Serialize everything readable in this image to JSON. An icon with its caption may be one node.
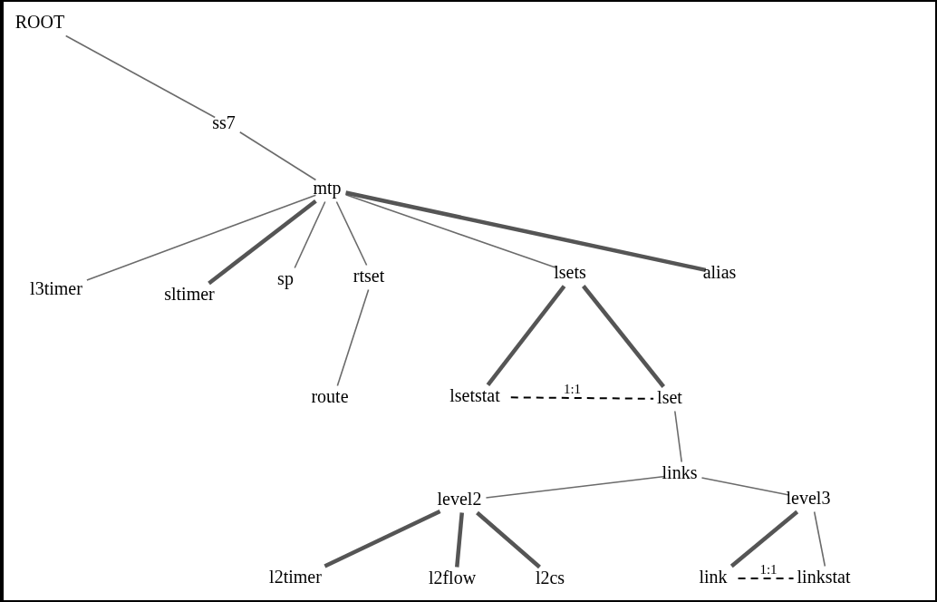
{
  "diagram": {
    "nodes": [
      {
        "text": [
          "ROOT"
        ]
      },
      {
        "text": [
          "ss7"
        ]
      },
      {
        "text": [
          "mtp"
        ]
      },
      {
        "text": [
          "l3timer"
        ]
      },
      {
        "text": [
          "sltimer"
        ]
      },
      {
        "text": [
          "sp"
        ]
      },
      {
        "text": [
          "rtset"
        ]
      },
      {
        "text": [
          "route"
        ]
      },
      {
        "text": [
          "lsets"
        ]
      },
      {
        "text": [
          "alias"
        ]
      },
      {
        "text": [
          "lsetstat"
        ]
      },
      {
        "text": [
          "lset"
        ]
      },
      {
        "text": [
          "links"
        ]
      },
      {
        "text": [
          "level2"
        ]
      },
      {
        "text": [
          "level3"
        ]
      },
      {
        "text": [
          "l2timer"
        ]
      },
      {
        "text": [
          "l2flow"
        ]
      },
      {
        "text": [
          "l2cs"
        ]
      },
      {
        "text": [
          "link"
        ]
      },
      {
        "text": [
          "linkstat"
        ]
      }
    ],
    "edges": [
      {
        "from": 0,
        "to": 1,
        "arrow": "none"
      },
      {
        "from": 1,
        "to": 2,
        "arrow": "none"
      },
      {
        "from": 2,
        "to": 3,
        "arrow": "none"
      },
      {
        "from": 2,
        "to": 4,
        "arrow": "none",
        "style": "thick"
      },
      {
        "from": 2,
        "to": 5,
        "arrow": "none"
      },
      {
        "from": 2,
        "to": 6,
        "arrow": "none"
      },
      {
        "from": 2,
        "to": 8,
        "arrow": "none"
      },
      {
        "from": 2,
        "to": 9,
        "arrow": "none",
        "style": "thick"
      },
      {
        "from": 6,
        "to": 7,
        "arrow": "none"
      },
      {
        "from": 8,
        "to": 10,
        "arrow": "none",
        "style": "thick"
      },
      {
        "from": 8,
        "to": 11,
        "arrow": "none",
        "style": "thick"
      },
      {
        "from": 10,
        "to": 11,
        "arrow": "none",
        "label": "1:1",
        "style": "dashed",
        "color": "#000000"
      },
      {
        "from": 11,
        "to": 12,
        "arrow": "none"
      },
      {
        "from": 12,
        "to": 13,
        "arrow": "none"
      },
      {
        "from": 12,
        "to": 14,
        "arrow": "none"
      },
      {
        "from": 13,
        "to": 15,
        "arrow": "none",
        "style": "thick"
      },
      {
        "from": 13,
        "to": 16,
        "arrow": "none",
        "style": "thick"
      },
      {
        "from": 13,
        "to": 17,
        "arrow": "none",
        "style": "thick"
      },
      {
        "from": 14,
        "to": 18,
        "arrow": "none",
        "style": "thick"
      },
      {
        "from": 14,
        "to": 19,
        "arrow": "none"
      },
      {
        "from": 18,
        "to": 19,
        "arrow": "none",
        "label": "1:1",
        "style": "dashed",
        "color": "#000000"
      }
    ]
  }
}
